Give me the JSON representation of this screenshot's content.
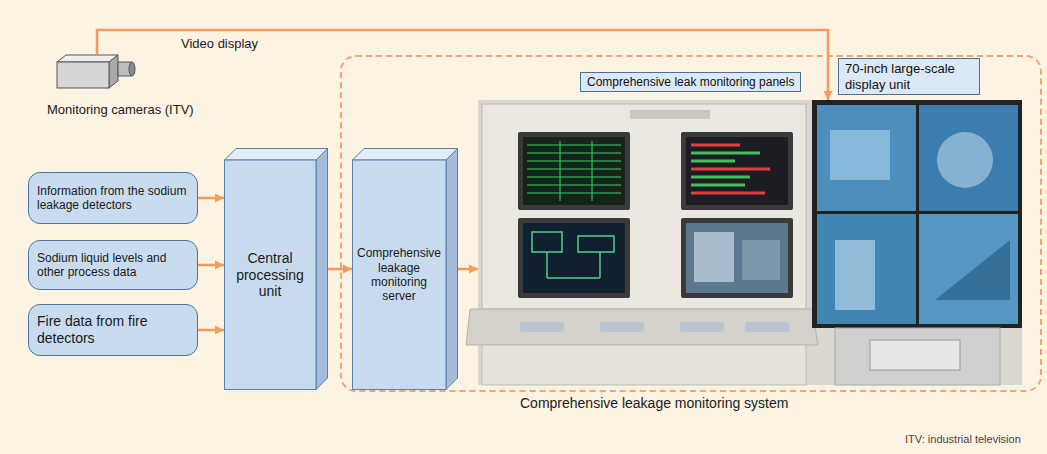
{
  "diagram": {
    "nodes": [
      {
        "text": [
          "Monitoring cameras (ITV)"
        ]
      },
      {
        "text": [
          "Comprehensive leakage monitoring system"
        ]
      },
      {
        "text": [
          "Information from the sodium leakage detectors"
        ]
      },
      {
        "text": [
          "Sodium liquid levels and other process data"
        ]
      },
      {
        "text": [
          "Fire data from fire detectors"
        ]
      },
      {
        "text": [
          "Central processing unit"
        ]
      },
      {
        "text": [
          "Comprehensive leakage monitoring server"
        ],
        "in": 1
      },
      {
        "text": [
          "Comprehensive leak monitoring panels"
        ],
        "in": 1
      },
      {
        "text": [
          "70-inch large-scale display unit"
        ],
        "in": 1
      }
    ],
    "edges": [
      {
        "from": 0,
        "to": 8,
        "label": "Video display",
        "arrow": "to"
      },
      {
        "from": 2,
        "to": 5,
        "arrow": "to"
      },
      {
        "from": 3,
        "to": 5,
        "arrow": "to"
      },
      {
        "from": 4,
        "to": 5,
        "arrow": "to"
      },
      {
        "from": 5,
        "to": 6,
        "arrow": "to"
      },
      {
        "from": 6,
        "to": 7,
        "arrow": "to"
      }
    ],
    "labels": [
      "ITV: industrial television"
    ]
  }
}
